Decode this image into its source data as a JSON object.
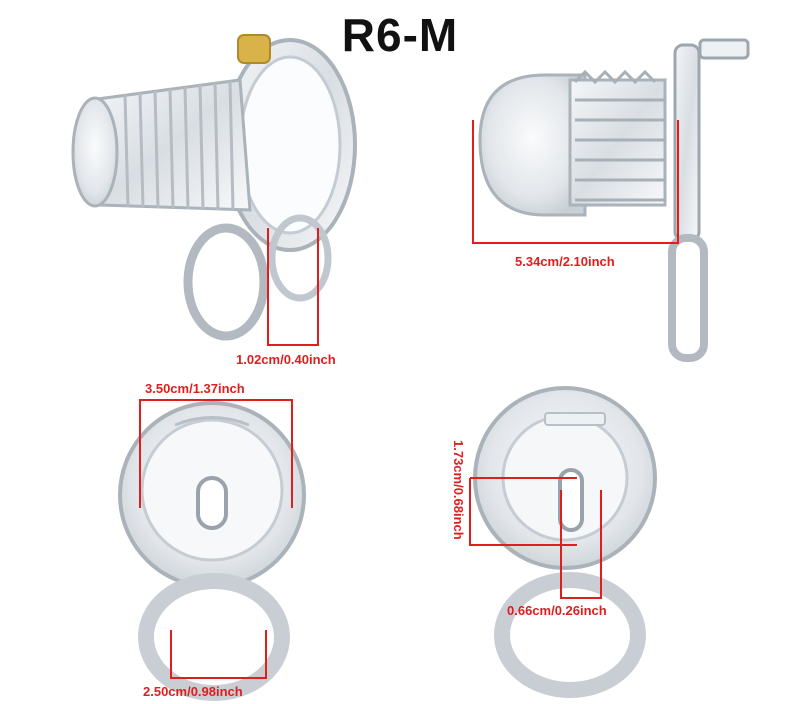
{
  "title": "R6-M",
  "measurements": {
    "ring_gap": "1.02cm/0.40inch",
    "cage_length": "5.34cm/2.10inch",
    "cage_width": "3.50cm/1.37inch",
    "ring_inner": "2.50cm/0.98inch",
    "front_height": "1.73cm/0.68inch",
    "hole_width": "0.66cm/0.26inch"
  },
  "colors": {
    "dimension_line": "#e01e1e",
    "title": "#111111",
    "lock": "#d9b24a"
  }
}
